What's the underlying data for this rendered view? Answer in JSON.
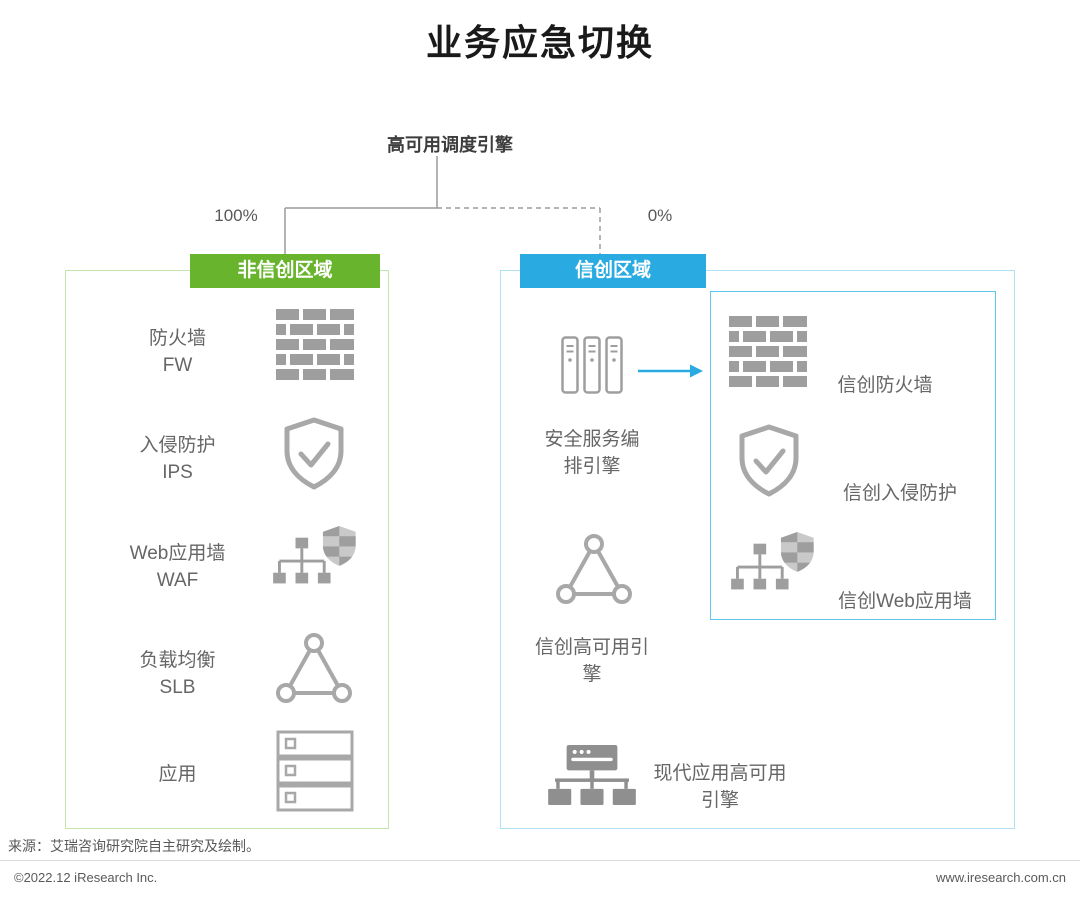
{
  "title": "业务应急切换",
  "engine": {
    "label": "高可用调度引擎",
    "left_percent": "100%",
    "right_percent": "0%"
  },
  "left_zone": {
    "header": "非信创区域",
    "items": [
      {
        "label": "防火墙\nFW",
        "icon": "firewall-brick-icon"
      },
      {
        "label": "入侵防护\nIPS",
        "icon": "shield-check-icon"
      },
      {
        "label": "Web应用墙\nWAF",
        "icon": "network-shield-icon"
      },
      {
        "label": "负载均衡\nSLB",
        "icon": "triangle-load-balancer-icon"
      },
      {
        "label": "应用",
        "icon": "server-stack-icon"
      }
    ]
  },
  "right_zone": {
    "header": "信创区域",
    "orchestrator_label": "安全服务编\n排引擎",
    "ha_engine_label": "信创高可用引\n擎",
    "modern_ha_label": "现代应用高可用\n引擎",
    "inner_items": [
      {
        "label": "信创防火墙",
        "icon": "firewall-brick-icon"
      },
      {
        "label": "信创入侵防护",
        "icon": "shield-check-icon"
      },
      {
        "label": "信创Web应用墙",
        "icon": "network-shield-icon"
      }
    ]
  },
  "footer": {
    "source": "来源：艾瑞咨询研究院自主研究及绘制。",
    "copyright": "©2022.12 iResearch Inc.",
    "website": "www.iresearch.com.cn"
  },
  "colors": {
    "green": "#68b42d",
    "green_border": "#c5e5b0",
    "blue": "#29abe2",
    "blue_border": "#b0e1f5",
    "inner_border": "#5ec7ee",
    "icon_gray": "#9e9e9e",
    "line_gray": "#9b9b9b"
  }
}
